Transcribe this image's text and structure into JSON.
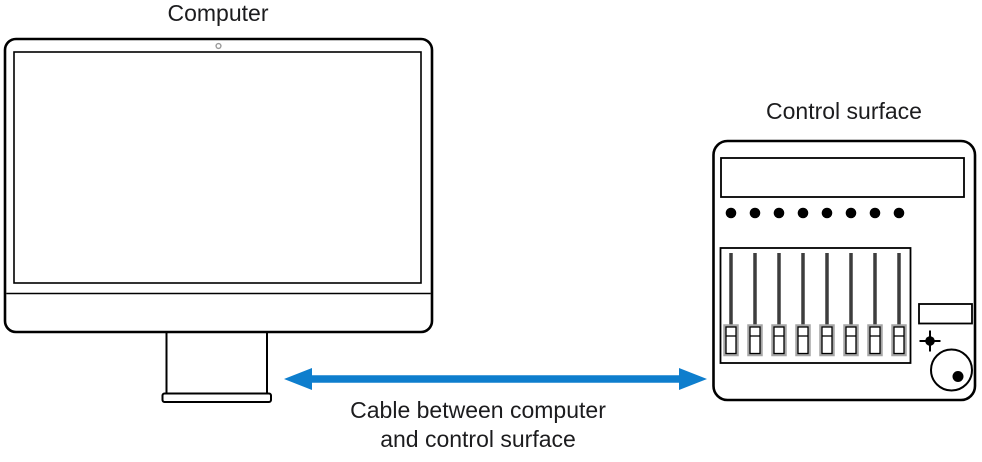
{
  "labels": {
    "computer": "Computer",
    "control_surface": "Control surface",
    "cable_caption_line1": "Cable between computer",
    "cable_caption_line2": "and control surface"
  },
  "colors": {
    "arrow_blue": "#0e7ecd",
    "outline_black": "#000000",
    "fader_track_gray": "#3d3d3d",
    "fader_cap_gray": "#a6a6a6",
    "camera_gray": "#9b9b9b"
  },
  "control_surface": {
    "knob_count": 8,
    "fader_count": 8
  }
}
